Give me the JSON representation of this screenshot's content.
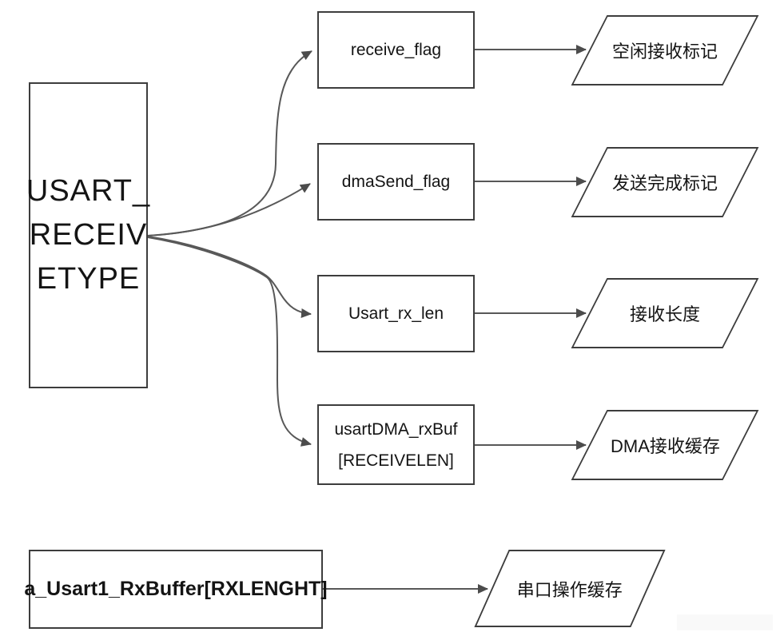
{
  "diagram": {
    "source_struct": {
      "label": "USART_\nRECEIV\nETYPE"
    },
    "members": [
      {
        "name": "receive_flag",
        "meaning": "空闲接收标记"
      },
      {
        "name": "dmaSend_flag",
        "meaning": "发送完成标记"
      },
      {
        "name": "Usart_rx_len",
        "meaning": "接收长度"
      },
      {
        "name": "usartDMA_rxBuf\n[RECEIVELEN]",
        "meaning": "DMA接收缓存"
      }
    ],
    "standalone_buffer": {
      "name": "a_Usart1_RxBuffer[RXLENGHT]",
      "meaning": "串口操作缓存"
    },
    "colors": {
      "border": "#3d3d3d",
      "arrow": "#555555",
      "text": "#141414",
      "background": "#ffffff"
    }
  }
}
